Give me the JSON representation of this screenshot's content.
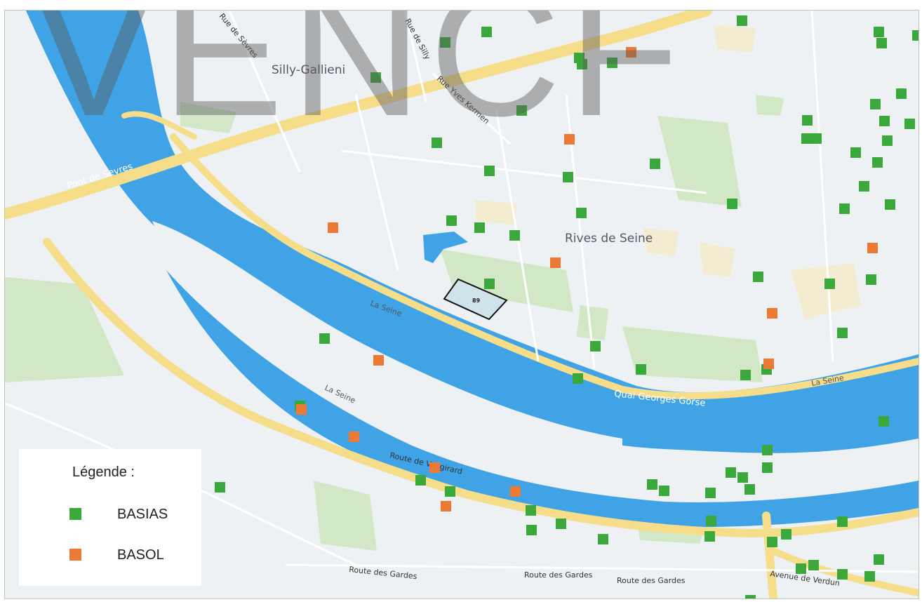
{
  "map": {
    "place_labels": {
      "silly": "Silly-Gallieni",
      "rives": "Rives de Seine"
    },
    "road_labels": {
      "pont_sevres": "Pont de Sevres",
      "quai_gorse": "Quai Georges Gorse",
      "route_vaugirard": "Route de Vaugirard",
      "route_gardes_1": "Route des Gardes",
      "route_gardes_2": "Route des Gardes",
      "route_gardes_3": "Route des Gardes",
      "avenue_verdun": "Avenue de Verdun",
      "rue_sevres": "Rue de Sèvres",
      "rue_silly": "Rue de Silly",
      "rue_kerment": "Rue Yves Kermen",
      "la_seine_1": "La Seine",
      "la_seine_2": "La Seine",
      "la_seine_3": "La Seine"
    },
    "site_marker": "89",
    "colors": {
      "water": "#3fa3e6",
      "park": "#cfe6c2",
      "major_road": "#f6dd8a",
      "basias": "#3aa83a",
      "basol": "#ec7a34",
      "land": "#eef2f4"
    }
  },
  "watermark": "VENCF",
  "legend": {
    "title": "Légende :",
    "items": [
      {
        "label": "BASIAS",
        "color": "#3aa83a"
      },
      {
        "label": "BASOL",
        "color": "#ec7a34"
      }
    ]
  }
}
